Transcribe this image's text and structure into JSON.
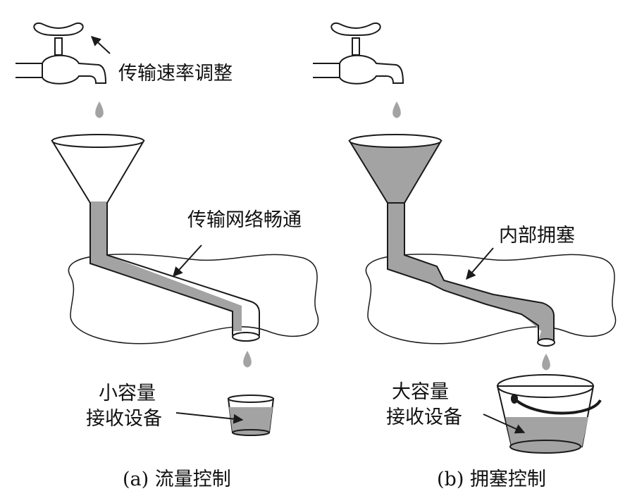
{
  "panel_a": {
    "faucet_label": "传输速率调整",
    "network_label": "传输网络畅通",
    "receiver_label_line1": "小容量",
    "receiver_label_line2": "接收设备",
    "caption": "(a) 流量控制"
  },
  "panel_b": {
    "network_label": "内部拥塞",
    "receiver_label_line1": "大容量",
    "receiver_label_line2": "接收设备",
    "caption": "(b) 拥塞控制"
  },
  "colors": {
    "water": "#a3a3a3",
    "stroke": "#1a1a1a",
    "background": "#ffffff"
  }
}
